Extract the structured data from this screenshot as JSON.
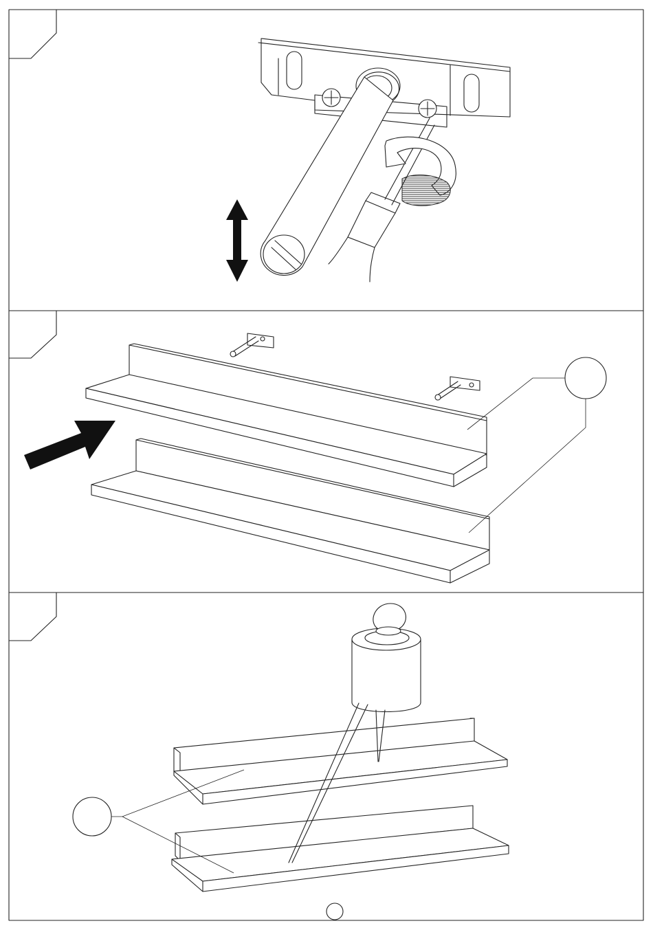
{
  "document": {
    "type": "assembly-instructions",
    "steps": [
      {
        "id": "step-1",
        "number": "",
        "action": "screw-bracket-to-wall",
        "icons": [
          "double-vertical-arrow-icon",
          "rotate-clockwise-arrow-icon"
        ]
      },
      {
        "id": "step-2",
        "number": "",
        "action": "slide-shelves-onto-pins",
        "icons": [
          "push-direction-arrow-icon"
        ],
        "part_callout": ""
      },
      {
        "id": "step-3",
        "number": "",
        "action": "max-load-weight-on-shelves",
        "icons": [
          "weight-icon"
        ],
        "part_callout": ""
      }
    ],
    "page_number": ""
  },
  "colors": {
    "line": "#222222",
    "background": "#ffffff",
    "arrow": "#111111"
  }
}
